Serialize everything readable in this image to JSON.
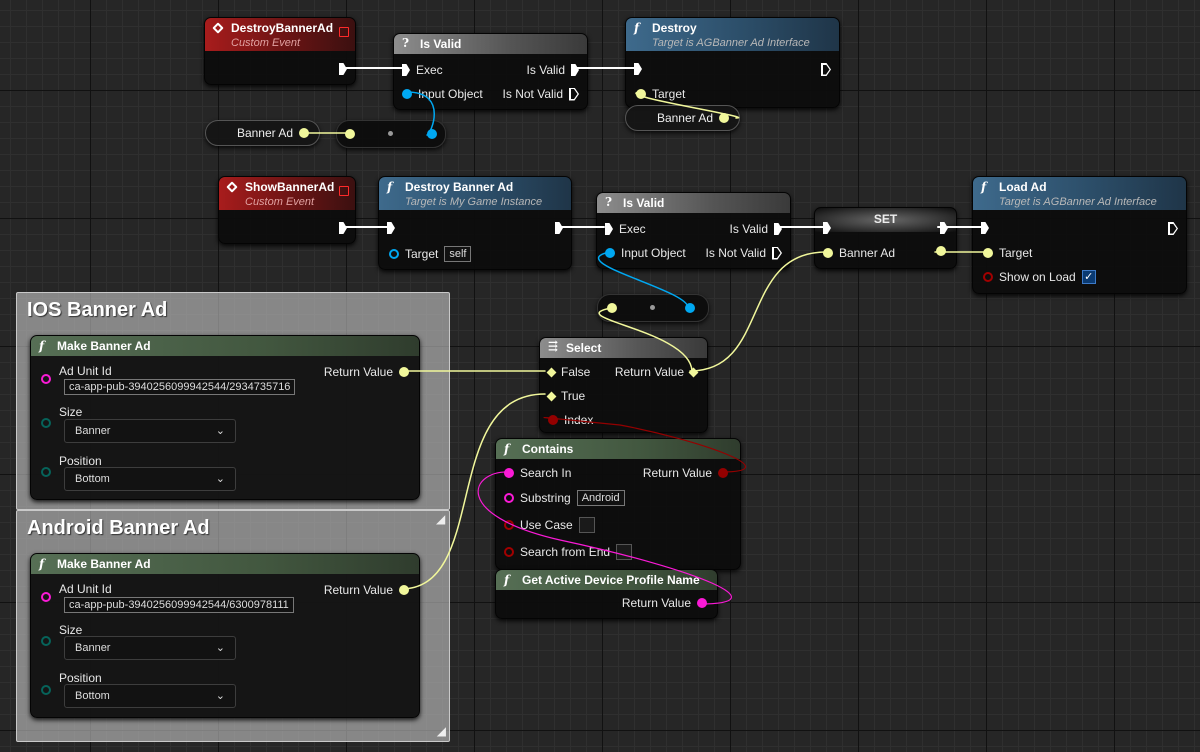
{
  "comments": {
    "ios": "IOS Banner Ad",
    "android": "Android Banner Ad"
  },
  "destroy_event": {
    "title": "DestroyBannerAd",
    "subtitle": "Custom Event"
  },
  "is_valid_1": {
    "title": "Is Valid",
    "exec": "Exec",
    "input_object": "Input Object",
    "is_valid": "Is Valid",
    "is_not_valid": "Is Not Valid"
  },
  "destroy": {
    "title": "Destroy",
    "subtitle": "Target is AGBanner Ad Interface",
    "target": "Target"
  },
  "var_banner_ad_1": "Banner Ad",
  "var_banner_ad_2": "Banner Ad",
  "show_event": {
    "title": "ShowBannerAd",
    "subtitle": "Custom Event"
  },
  "destroy_banner_ad": {
    "title": "Destroy Banner Ad",
    "subtitle": "Target is My Game Instance",
    "target": "Target",
    "self_value": "self"
  },
  "is_valid_2": {
    "title": "Is Valid",
    "exec": "Exec",
    "input_object": "Input Object",
    "is_valid": "Is Valid",
    "is_not_valid": "Is Not Valid"
  },
  "set_node": {
    "title": "SET",
    "banner_ad": "Banner Ad"
  },
  "load_ad": {
    "title": "Load Ad",
    "subtitle": "Target is AGBanner Ad Interface",
    "target": "Target",
    "show_on_load": "Show on Load",
    "show_on_load_checked": true
  },
  "make_ios": {
    "title": "Make Banner Ad",
    "ad_unit_label": "Ad Unit Id",
    "ad_unit_value": "ca-app-pub-3940256099942544/2934735716",
    "return_value": "Return Value",
    "size_label": "Size",
    "size_value": "Banner",
    "position_label": "Position",
    "position_value": "Bottom"
  },
  "make_android": {
    "title": "Make Banner Ad",
    "ad_unit_label": "Ad Unit Id",
    "ad_unit_value": "ca-app-pub-3940256099942544/6300978111",
    "return_value": "Return Value",
    "size_label": "Size",
    "size_value": "Banner",
    "position_label": "Position",
    "position_value": "Bottom"
  },
  "select": {
    "title": "Select",
    "false": "False",
    "true": "True",
    "index": "Index",
    "return_value": "Return Value"
  },
  "contains": {
    "title": "Contains",
    "search_in": "Search In",
    "substring": "Substring",
    "substring_value": "Android",
    "use_case": "Use Case",
    "search_from_end": "Search from End",
    "return_value": "Return Value"
  },
  "get_profile": {
    "title": "Get Active Device Profile Name",
    "return_value": "Return Value"
  },
  "colors": {
    "exec": "#ffffff",
    "object": "#00a8f2",
    "struct": "#f1f79b",
    "string": "#fa1ad6",
    "bool": "#940000",
    "event_header": "#a81c1c",
    "function_header": "#3e6a8c",
    "pure_header": "#566f55"
  },
  "icons": {
    "event": "event-diamond-icon",
    "function": "function-f-icon",
    "is_valid": "question-icon",
    "select": "select-icon"
  }
}
